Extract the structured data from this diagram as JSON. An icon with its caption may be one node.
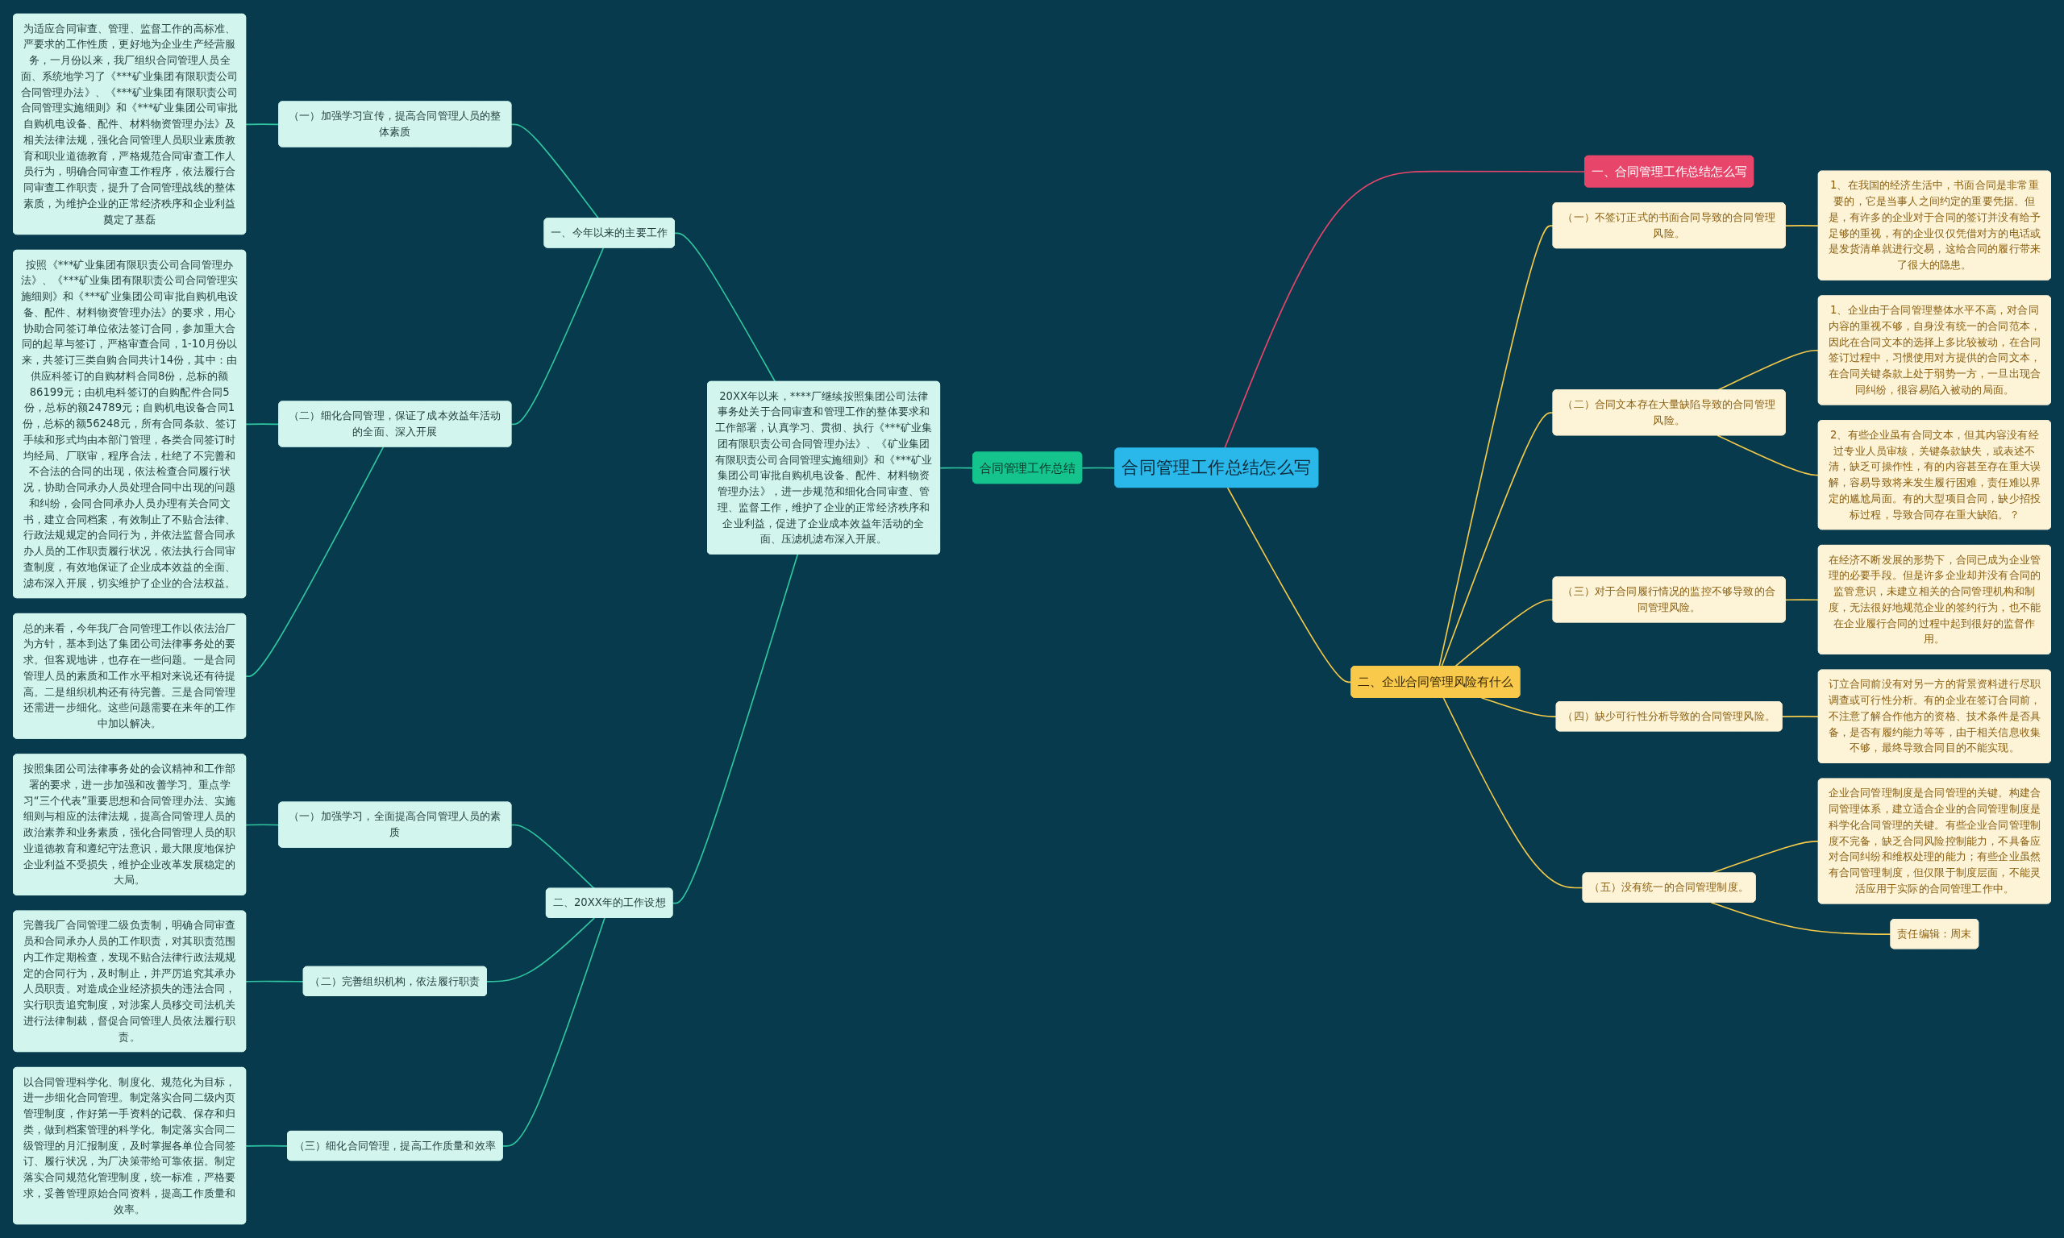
{
  "diagram": {
    "nodes": [
      {
        "text": [
          "合同管理工作总结怎么写"
        ]
      },
      {
        "text": [
          "合同管理工作总结"
        ]
      },
      {
        "text": [
          "20XX年以来，****厂继续按照集团公司法律事务处关于合同审查和管理工作的整体要求和工作部署，认真学习、贯彻、执行《***矿业集团有限职责公司合同管理办法》、《矿业集团有限职责公司合同管理实施细则》和《***矿业集团公司审批自购机电设备、配件、材料物资管理办法》，进一步规范和细化合同审查、管理、监督工作，维护了企业的正常经济秩序和企业利益，促进了企业成本效益年活动的全面、压滤机滤布深入开展。"
        ]
      },
      {
        "text": [
          "一、今年以来的主要工作"
        ]
      },
      {
        "text": [
          "（一）加强学习宣传，提高合同管理人员的整体素质"
        ]
      },
      {
        "text": [
          "为适应合同审查、管理、监督工作的高标准、严要求的工作性质，更好地为企业生产经营服务，一月份以来，我厂组织合同管理人员全面、系统地学习了《***矿业集团有限职责公司合同管理办法》、《***矿业集团有限职责公司合同管理实施细则》和《***矿业集团公司审批自购机电设备、配件、材料物资管理办法》及相关法律法规，强化合同管理人员职业素质教育和职业道德教育，严格规范合同审查工作人员行为，明确合同审查工作程序，依法履行合同审查工作职责，提升了合同管理战线的整体素质，为维护企业的正常经济秩序和企业利益奠定了基磊"
        ]
      },
      {
        "text": [
          "（二）细化合同管理，保证了成本效益年活动的全面、深入开展"
        ]
      },
      {
        "text": [
          "按照《***矿业集团有限职责公司合同管理办法》、《***矿业集团有限职责公司合同管理实施细则》和《***矿业集团公司审批自购机电设备、配件、材料物资管理办法》的要求，用心协助合同签订单位依法签订合同，参加重大合同的起草与签订，严格审查合同，1-10月份以来，共签订三类自购合同共计14份，其中：由供应科签订的自购材料合同8份，总标的额86199元；由机电科签订的自购配件合同5份，总标的额24789元；自购机电设备合同1份，总标的额56248元，所有合同条款、签订手续和形式均由本部门管理，各类合同签订时均经局、厂联审，程序合法，杜绝了不完善和不合法的合同的出现，依法检查合同履行状况，协助合同承办人员处理合同中出现的问题和纠纷，会同合同承办人员办理有关合同文书，建立合同档案，有效制止了不贴合法律、行政法规规定的合同行为，并依法监督合同承办人员的工作职责履行状况，依法执行合同审查制度，有效地保证了企业成本效益的全面、滤布深入开展，切实维护了企业的合法权益。"
        ]
      },
      {
        "text": [
          "总的来看，今年我厂合同管理工作以依法治厂为方针，基本到达了集团公司法律事务处的要求。但客观地讲，也存在一些问题。一是合同管理人员的素质和工作水平相对来说还有待提高。二是组织机构还有待完善。三是合同管理还需进一步细化。这些问题需要在来年的工作中加以解决。"
        ]
      },
      {
        "text": [
          "二、20XX年的工作设想"
        ]
      },
      {
        "text": [
          "（一）加强学习，全面提高合同管理人员的素质"
        ]
      },
      {
        "text": [
          "按照集团公司法律事务处的会议精神和工作部署的要求，进一步加强和改善学习。重点学习“三个代表”重要思想和合同管理办法、实施细则与相应的法律法规，提高合同管理人员的政治素养和业务素质，强化合同管理人员的职业道德教育和遵纪守法意识，最大限度地保护企业利益不受损失，维护企业改革发展稳定的大局。"
        ]
      },
      {
        "text": [
          "（二）完善组织机构，依法履行职责"
        ]
      },
      {
        "text": [
          "完善我厂合同管理二级负责制，明确合同审查员和合同承办人员的工作职责，对其职责范围内工作定期检查，发现不贴合法律行政法规规定的合同行为，及时制止，并严厉追究其承办人员职责。对造成企业经济损失的违法合同，实行职责追究制度，对涉案人员移交司法机关进行法律制裁，督促合同管理人员依法履行职责。"
        ]
      },
      {
        "text": [
          "（三）细化合同管理，提高工作质量和效率"
        ]
      },
      {
        "text": [
          "以合同管理科学化、制度化、规范化为目标，进一步细化合同管理。制定落实合同二级内页管理制度，作好第一手资料的记载、保存和归类，做到档案管理的科学化。制定落实合同二级管理的月汇报制度，及时掌握各单位合同签订、履行状况，为厂决策带给可靠依据。制定落实合同规范化管理制度，统一标准，严格要求，妥善管理原始合同资料，提高工作质量和效率。"
        ]
      },
      {
        "text": [
          "一、合同管理工作总结怎么写"
        ]
      },
      {
        "text": [
          "二、企业合同管理风险有什么"
        ]
      },
      {
        "text": [
          "（一）不签订正式的书面合同导致的合同管理风险。"
        ]
      },
      {
        "text": [
          "1、在我国的经济生活中，书面合同是非常重要的，它是当事人之间约定的重要凭据。但是，有许多的企业对于合同的签订并没有给予足够的重视，有的企业仅仅凭借对方的电话或是发货清单就进行交易，这给合同的履行带来了很大的隐患。"
        ]
      },
      {
        "text": [
          "（二）合同文本存在大量缺陷导致的合同管理风险。"
        ]
      },
      {
        "text": [
          "1、企业由于合同管理整体水平不高，对合同内容的重视不够，自身没有统一的合同范本，因此在合同文本的选择上多比较被动，在合同签订过程中，习惯使用对方提供的合同文本，在合同关键条款上处于弱势一方，一旦出现合同纠纷，很容易陷入被动的局面。"
        ]
      },
      {
        "text": [
          "2、有些企业虽有合同文本，但其内容没有经过专业人员审核，关键条款缺失，或表述不清，缺乏可操作性，有的内容甚至存在重大误解，容易导致将来发生履行困难，责任难以界定的尴尬局面。有的大型项目合同，缺少招投标过程，导致合同存在重大缺陷。？"
        ]
      },
      {
        "text": [
          "（三）对于合同履行情况的监控不够导致的合同管理风险。"
        ]
      },
      {
        "text": [
          "在经济不断发展的形势下，合同已成为企业管理的必要手段。但是许多企业却并没有合同的监管意识，未建立相关的合同管理机构和制度，无法很好地规范企业的签约行为，也不能在企业履行合同的过程中起到很好的监督作用。"
        ]
      },
      {
        "text": [
          "（四）缺少可行性分析导致的合同管理风险。"
        ]
      },
      {
        "text": [
          "订立合同前没有对另一方的背景资料进行尽职调查或可行性分析。有的企业在签订合同前，不注意了解合作他方的资格、技术条件是否具备，是否有履约能力等等，由于相关信息收集不够，最终导致合同目的不能实现。"
        ]
      },
      {
        "text": [
          "（五）没有统一的合同管理制度。"
        ]
      },
      {
        "text": [
          "企业合同管理制度是合同管理的关键。构建合同管理体系，建立适合企业的合同管理制度是科学化合同管理的关键。有些企业合同管理制度不完备，缺乏合同风险控制能力，不具备应对合同纠纷和维权处理的能力；有些企业虽然有合同管理制度，但仅限于制度层面，不能灵活应用于实际的合同管理工作中。"
        ]
      },
      {
        "text": [
          "责任编辑：周末"
        ]
      }
    ],
    "edges": [
      {
        "from": 0,
        "to": 1,
        "arrow": "none"
      },
      {
        "from": 1,
        "to": 2,
        "arrow": "none"
      },
      {
        "from": 2,
        "to": 3,
        "arrow": "none"
      },
      {
        "from": 2,
        "to": 9,
        "arrow": "none"
      },
      {
        "from": 3,
        "to": 4,
        "arrow": "none"
      },
      {
        "from": 4,
        "to": 5,
        "arrow": "none"
      },
      {
        "from": 3,
        "to": 6,
        "arrow": "none"
      },
      {
        "from": 6,
        "to": 7,
        "arrow": "none"
      },
      {
        "from": 6,
        "to": 8,
        "arrow": "none"
      },
      {
        "from": 9,
        "to": 10,
        "arrow": "none"
      },
      {
        "from": 10,
        "to": 11,
        "arrow": "none"
      },
      {
        "from": 9,
        "to": 12,
        "arrow": "none"
      },
      {
        "from": 12,
        "to": 13,
        "arrow": "none"
      },
      {
        "from": 9,
        "to": 14,
        "arrow": "none"
      },
      {
        "from": 14,
        "to": 15,
        "arrow": "none"
      },
      {
        "from": 0,
        "to": 16,
        "arrow": "none",
        "color": "#e8456b"
      },
      {
        "from": 0,
        "to": 17,
        "arrow": "none",
        "color": "#f5c94a"
      },
      {
        "from": 17,
        "to": 18,
        "arrow": "none",
        "color": "#f5c94a"
      },
      {
        "from": 18,
        "to": 19,
        "arrow": "none",
        "color": "#f5c94a"
      },
      {
        "from": 17,
        "to": 20,
        "arrow": "none",
        "color": "#f5c94a"
      },
      {
        "from": 20,
        "to": 21,
        "arrow": "none",
        "color": "#f5c94a"
      },
      {
        "from": 20,
        "to": 22,
        "arrow": "none",
        "color": "#f5c94a"
      },
      {
        "from": 17,
        "to": 23,
        "arrow": "none",
        "color": "#f5c94a"
      },
      {
        "from": 23,
        "to": 24,
        "arrow": "none",
        "color": "#f5c94a"
      },
      {
        "from": 17,
        "to": 25,
        "arrow": "none",
        "color": "#f5c94a"
      },
      {
        "from": 25,
        "to": 26,
        "arrow": "none",
        "color": "#f5c94a"
      },
      {
        "from": 17,
        "to": 27,
        "arrow": "none",
        "color": "#f5c94a"
      },
      {
        "from": 27,
        "to": 28,
        "arrow": "none",
        "color": "#f5c94a"
      },
      {
        "from": 27,
        "to": 29,
        "arrow": "none",
        "color": "#f5c94a"
      }
    ]
  }
}
